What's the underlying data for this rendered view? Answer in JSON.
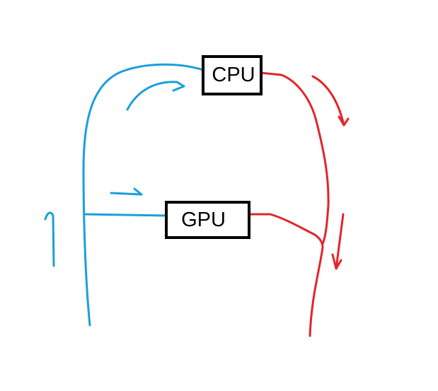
{
  "diagram": {
    "nodes": [
      {
        "id": "cpu",
        "label": "CPU"
      },
      {
        "id": "gpu",
        "label": "GPU"
      }
    ],
    "colors": {
      "background": "#ffffff",
      "box_border": "#000000",
      "inflow_stroke": "#1a9fdb",
      "outflow_stroke": "#e0262b"
    },
    "connectors": [
      {
        "from": "inflow",
        "to": "cpu",
        "color": "blue",
        "arrow": true
      },
      {
        "from": "inflow",
        "to": "gpu",
        "color": "blue",
        "arrow": true
      },
      {
        "from": "cpu",
        "to": "outflow",
        "color": "red",
        "arrow": true
      },
      {
        "from": "gpu",
        "to": "outflow",
        "color": "red",
        "arrow": true
      }
    ]
  }
}
